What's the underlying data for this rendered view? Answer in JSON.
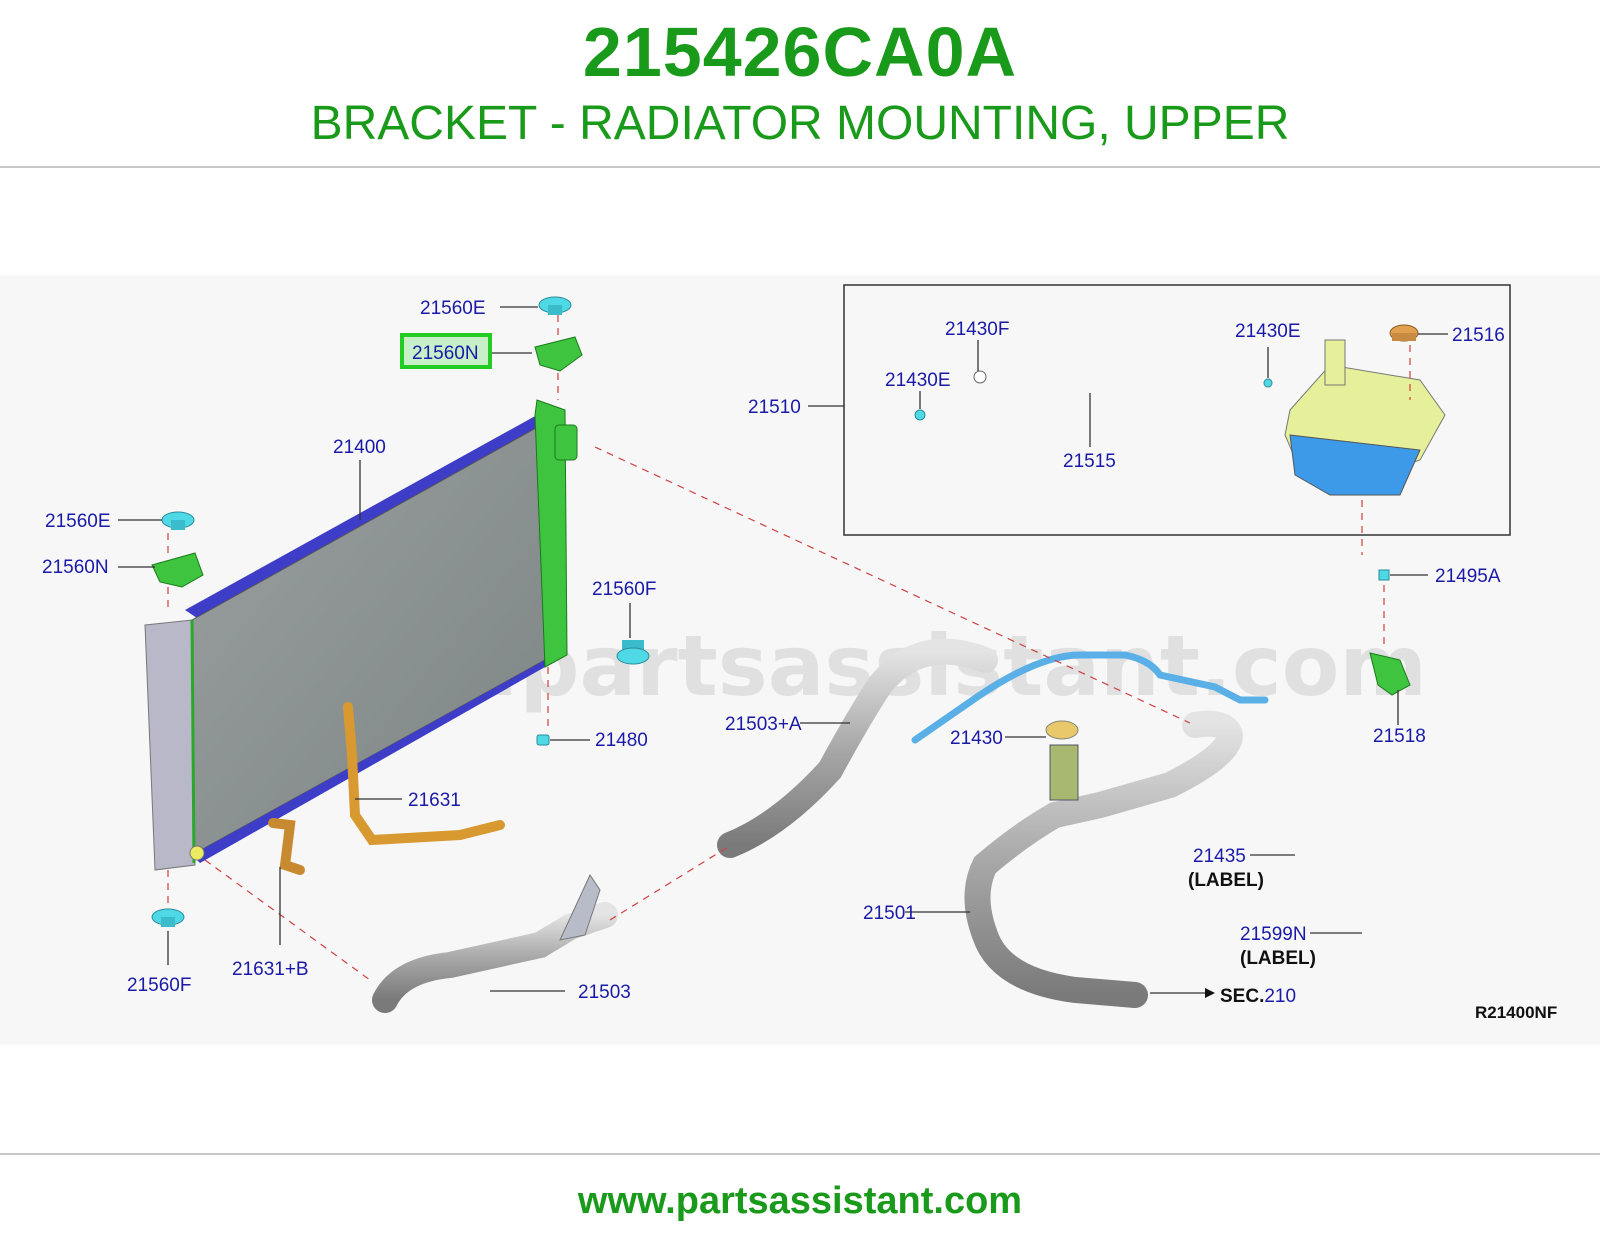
{
  "header": {
    "part_number": "215426CA0A",
    "part_title": "BRACKET - RADIATOR MOUNTING, UPPER"
  },
  "diagram": {
    "watermark": "www.partsassistant.com",
    "ref_code": "R21400NF",
    "sec_prefix": "SEC.",
    "sec_number": "210",
    "highlight_color": "#22cc22",
    "labels": {
      "l21560E_top": "21560E",
      "l21560N_top": "21560N",
      "l21400": "21400",
      "l21560E_left": "21560E",
      "l21560N_left": "21560N",
      "l21560F_mid": "21560F",
      "l21480": "21480",
      "l21631": "21631",
      "l21631B": "21631+B",
      "l21560F_bot": "21560F",
      "l21503": "21503",
      "l21503A": "21503+A",
      "l21501": "21501",
      "l21430": "21430",
      "l21510": "21510",
      "l21430F": "21430F",
      "l21430E_left": "21430E",
      "l21430E_right": "21430E",
      "l21515": "21515",
      "l21516": "21516",
      "l21495A": "21495A",
      "l21518": "21518",
      "l21435": "21435",
      "l21599N": "21599N",
      "label_note_1": "(LABEL)",
      "label_note_2": "(LABEL)"
    }
  },
  "footer": {
    "url": "www.partsassistant.com"
  }
}
